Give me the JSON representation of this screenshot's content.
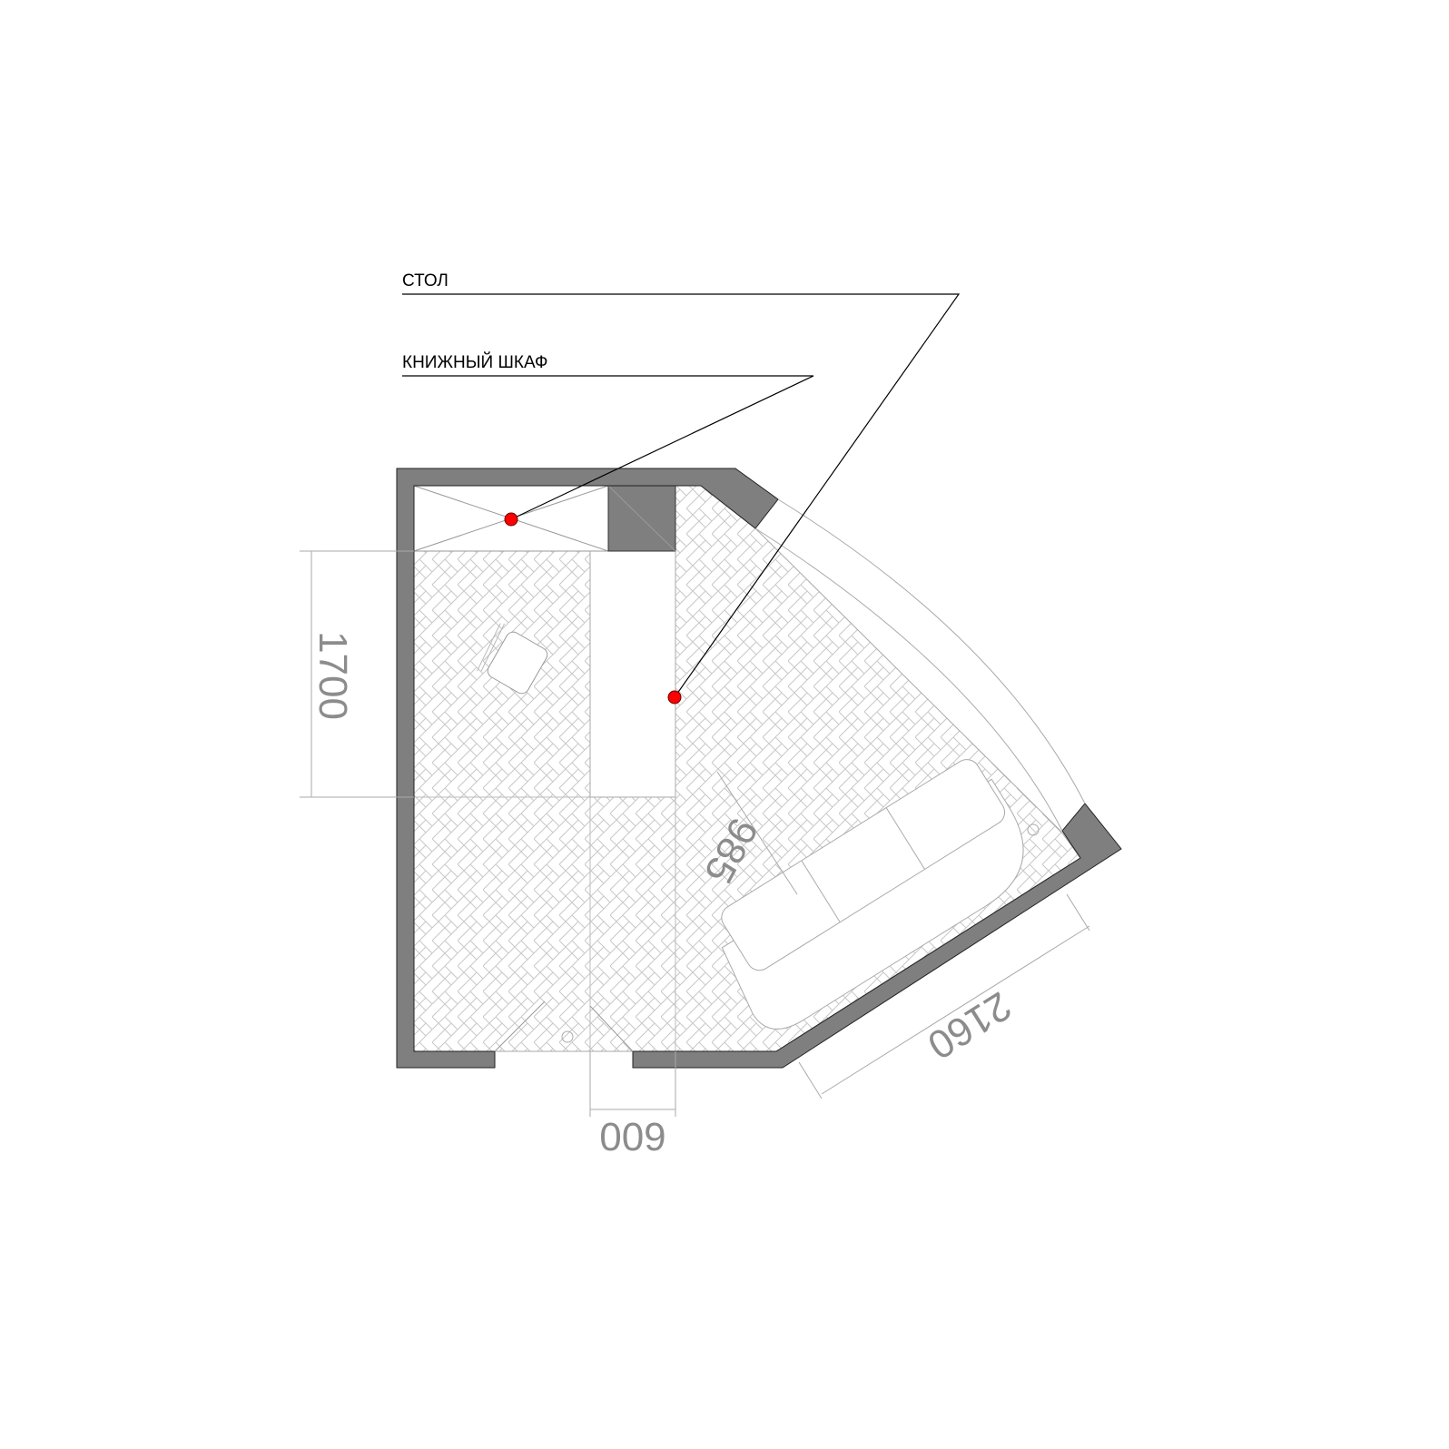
{
  "callouts": {
    "desk": "СТОЛ",
    "bookshelf": "КНИЖНЫЙ ШКАФ"
  },
  "dimensions": {
    "wall_height_left": "1700",
    "door_width": "600",
    "sofa_depth": "985",
    "sofa_wall_length": "2160"
  },
  "colors": {
    "wall": "#7f7f7f",
    "marker": "#ff0000",
    "dimension_text": "#8c8c8c",
    "hatch": "#c8c8c8"
  }
}
